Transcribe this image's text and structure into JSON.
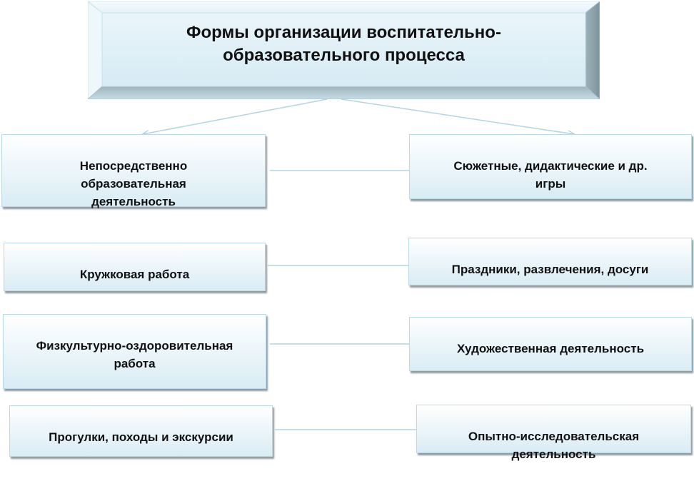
{
  "title": "Формы организации воспитательно-\nобразовательного процесса",
  "colors": {
    "box_border": "#b9d9e6",
    "box_fill_bottom": "#d9ecf4",
    "connector": "#b3d5e2",
    "title_face": "#dbeef6",
    "title_side_dark": "#8fa5ad"
  },
  "forms": {
    "left": [
      {
        "label": "Непосредственно\nобразовательная\nдеятельность"
      },
      {
        "label": "Кружковая работа"
      },
      {
        "label": "Физкультурно-оздоровительная\nработа"
      },
      {
        "label": "Прогулки, походы и экскурсии"
      }
    ],
    "right": [
      {
        "label": "Сюжетные,  дидактические  и др.\nигры"
      },
      {
        "label": "Праздники, развлечения, досуги"
      },
      {
        "label": "Художественная  деятельность"
      },
      {
        "label": "Опытно-исследовательская\nдеятельность"
      }
    ]
  }
}
